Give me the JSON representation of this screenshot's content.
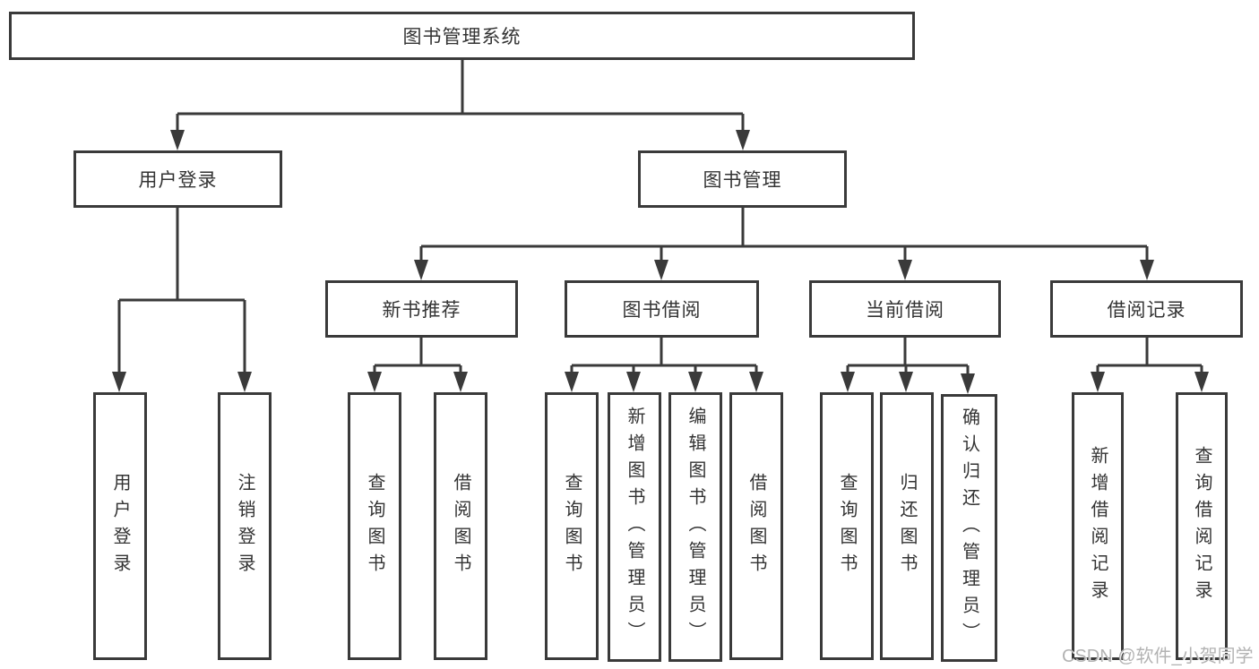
{
  "diagram": {
    "title": "图书管理系统",
    "type": "hierarchy-tree",
    "colors": {
      "line": "#3a3a3a",
      "box_border": "#3a3a3a",
      "box_fill": "#ffffff",
      "text": "#333333",
      "watermark_text": "#b3b3b3",
      "background": "#ffffff"
    },
    "tree": {
      "label": "图书管理系统",
      "children": [
        {
          "label": "用户登录",
          "children": [
            {
              "label": "用户登录"
            },
            {
              "label": "注销登录"
            }
          ]
        },
        {
          "label": "图书管理",
          "children": [
            {
              "label": "新书推荐",
              "children": [
                {
                  "label": "查询图书"
                },
                {
                  "label": "借阅图书"
                }
              ]
            },
            {
              "label": "图书借阅",
              "children": [
                {
                  "label": "查询图书"
                },
                {
                  "label": "新增图书（管理员）"
                },
                {
                  "label": "编辑图书（管理员）"
                },
                {
                  "label": "借阅图书"
                }
              ]
            },
            {
              "label": "当前借阅",
              "children": [
                {
                  "label": "查询图书"
                },
                {
                  "label": "归还图书"
                },
                {
                  "label": "确认归还（管理员）"
                }
              ]
            },
            {
              "label": "借阅记录",
              "children": [
                {
                  "label": "新增借阅记录"
                },
                {
                  "label": "查询借阅记录"
                }
              ]
            }
          ]
        }
      ]
    },
    "watermark": "CSDN @软件_小贺同学"
  }
}
